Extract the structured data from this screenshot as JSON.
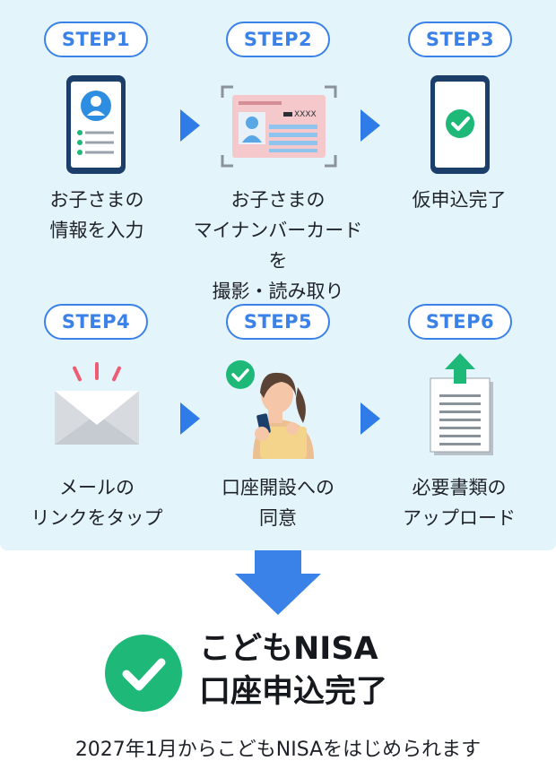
{
  "steps": [
    {
      "label": "STEP1",
      "line1": "お子さまの",
      "line2": "情報を入力",
      "line3": ""
    },
    {
      "label": "STEP2",
      "line1": "お子さまの",
      "line2": "マイナンバーカードを",
      "line3": "撮影・読み取り"
    },
    {
      "label": "STEP3",
      "line1": "仮申込完了",
      "line2": "",
      "line3": ""
    },
    {
      "label": "STEP4",
      "line1": "メールの",
      "line2": "リンクをタップ",
      "line3": ""
    },
    {
      "label": "STEP5",
      "line1": "口座開設への",
      "line2": "同意",
      "line3": ""
    },
    {
      "label": "STEP6",
      "line1": "必要書類の",
      "line2": "アップロード",
      "line3": ""
    }
  ],
  "card_text": "XXXX",
  "result": {
    "line1": "こどもNISA",
    "line2": "口座申込完了"
  },
  "note": "2027年1月からこどもNISAをはじめられます",
  "colors": {
    "accent": "#3b82e8",
    "panel": "#e4f4fb",
    "success": "#1eb978"
  }
}
